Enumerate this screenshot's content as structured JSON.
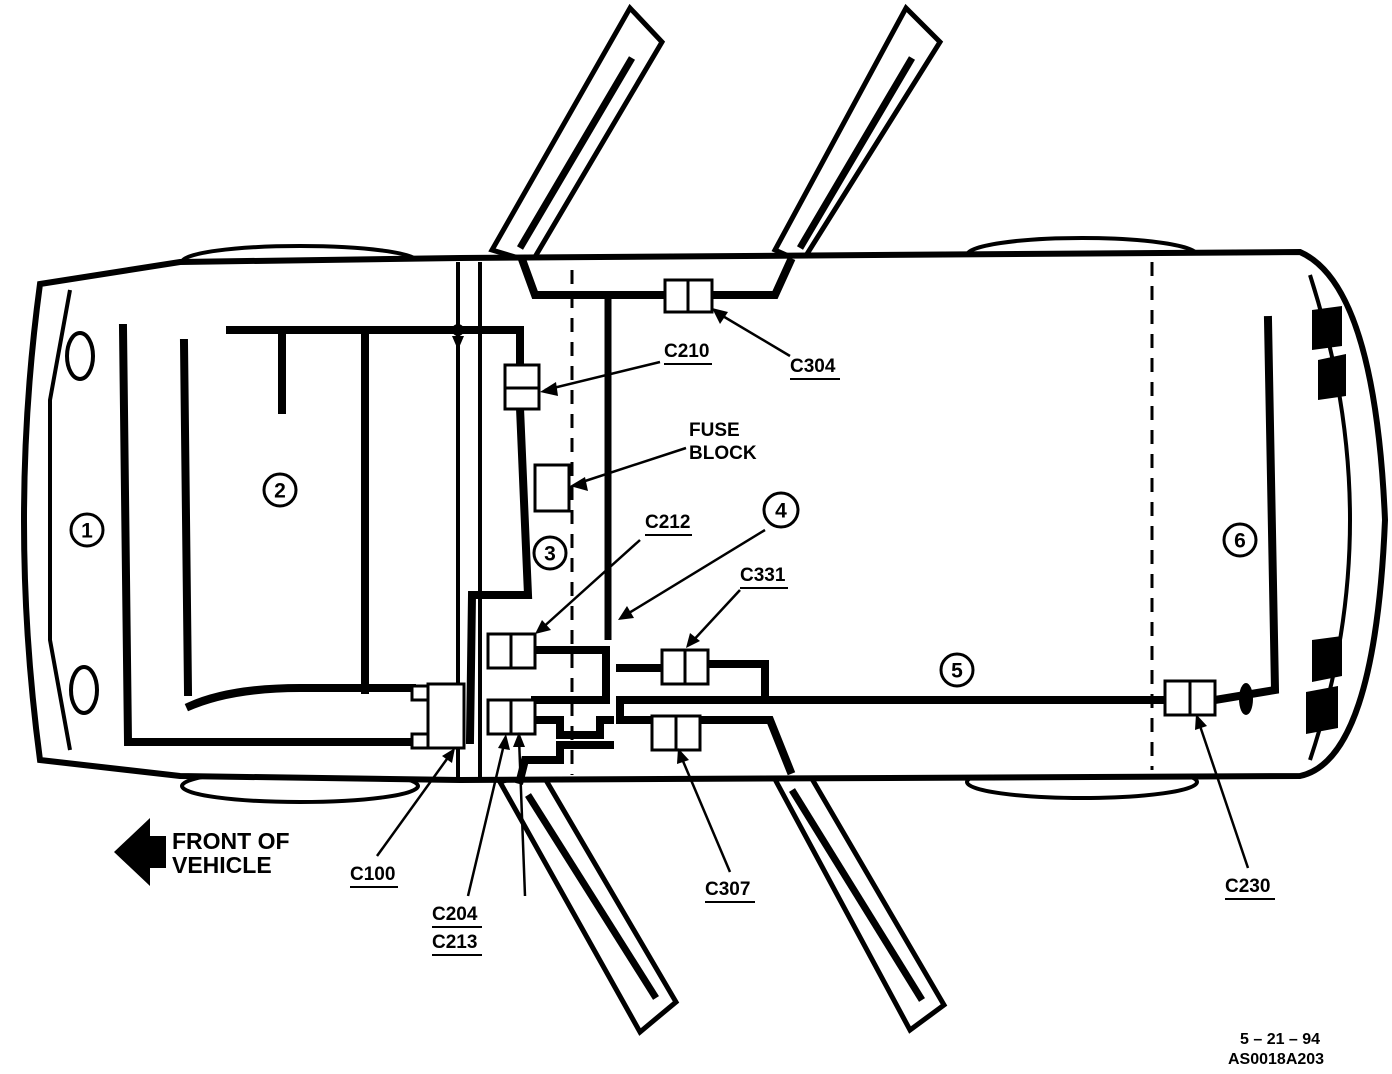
{
  "labels": {
    "c210": "C210",
    "c304": "C304",
    "fuse_block_line1": "FUSE",
    "fuse_block_line2": "BLOCK",
    "c212": "C212",
    "c331": "C331",
    "c100": "C100",
    "c204": "C204",
    "c213": "C213",
    "c307": "C307",
    "c230": "C230",
    "front_line1": "FRONT OF",
    "front_line2": "VEHICLE"
  },
  "zones": [
    "1",
    "2",
    "3",
    "4",
    "5",
    "6"
  ],
  "footer": {
    "date": "5 – 21 – 94",
    "ref": "AS0018A203"
  }
}
